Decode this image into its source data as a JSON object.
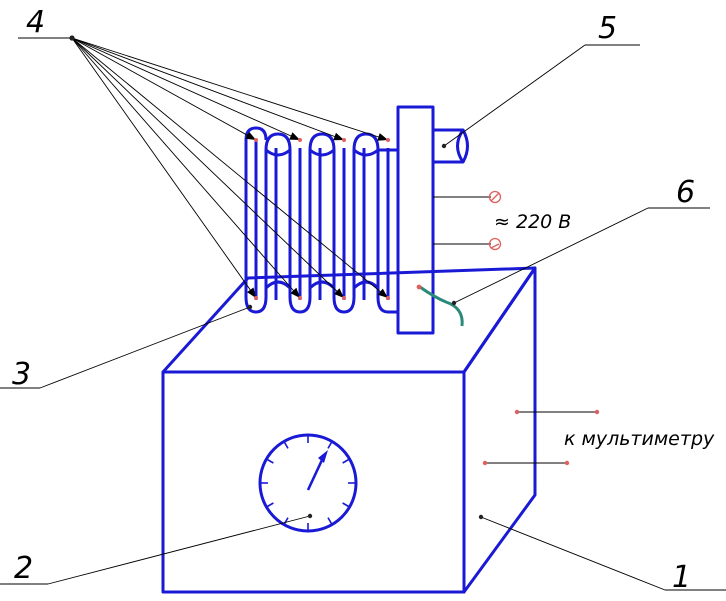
{
  "callouts": {
    "c1": "1",
    "c2": "2",
    "c3": "3",
    "c4": "4",
    "c5": "5",
    "c6": "6"
  },
  "notes": {
    "voltage": "≈ 220 В",
    "multimeter": "к мультиметру"
  },
  "colors": {
    "outline": "#1a1ad6",
    "wire": "#2a8a7a",
    "terminal": "#e06060",
    "leader": "#000000"
  },
  "icons": {
    "gauge": "pressure-gauge-icon",
    "terminal": "circle-slash-icon"
  }
}
